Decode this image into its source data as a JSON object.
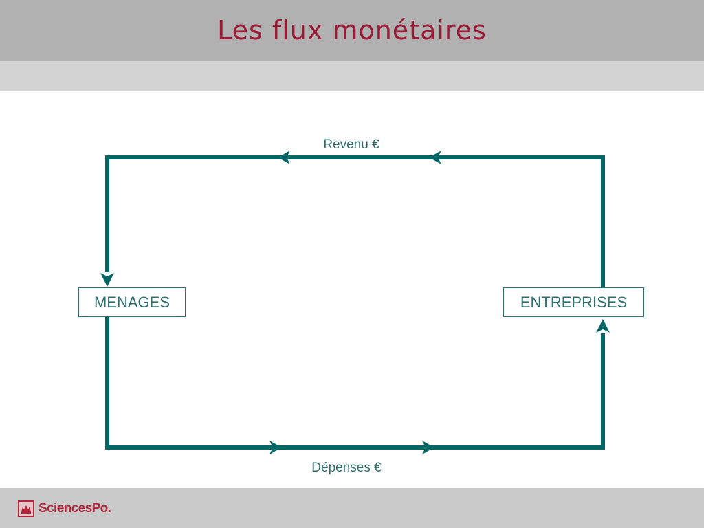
{
  "slide": {
    "title": "Les flux monétaires"
  },
  "diagram": {
    "nodes": [
      {
        "id": "menages",
        "label": "MENAGES"
      },
      {
        "id": "entreprises",
        "label": "ENTREPRISES"
      }
    ],
    "flows": [
      {
        "from": "entreprises",
        "to": "menages",
        "label": "Revenu €"
      },
      {
        "from": "menages",
        "to": "entreprises",
        "label": "Dépenses €"
      }
    ],
    "colors": {
      "flow": "#006666",
      "node_text": "#2e6e6e",
      "title": "#9a1b36"
    }
  },
  "footer": {
    "logo_text": "SciencesPo.",
    "logo_icon": "sciencespo-emblem-icon"
  }
}
